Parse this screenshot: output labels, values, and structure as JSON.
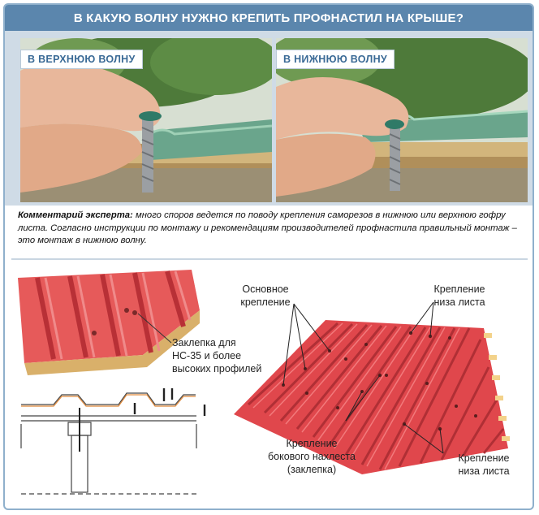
{
  "title": "В КАКУЮ ВОЛНУ НУЖНО КРЕПИТЬ ПРОФНАСТИЛ НА КРЫШЕ?",
  "photos": {
    "left_label": "В ВЕРХНЮЮ ВОЛНУ",
    "right_label": "В НИЖНЮЮ ВОЛНУ"
  },
  "comment": {
    "lead": "Комментарий эксперта:",
    "text": " много споров ведется по поводу крепления саморезов в нижнюю или верхнюю гофру листа. Согласно инструкции по монтажу и рекомендациям производителей профнастила правильный монтаж – это монтаж в нижнюю волну."
  },
  "diagram_labels": {
    "rivet_line1": "Заклепка для",
    "rivet_line2": "НС-35 и более",
    "rivet_line3": "высоких профилей",
    "main_line1": "Основное",
    "main_line2": "крепление",
    "bottom_top_line1": "Крепление",
    "bottom_top_line2": "низа листа",
    "side_line1": "Крепление",
    "side_line2": "бокового нахлеста",
    "side_line3": "(заклепка)",
    "bottom_bot_line1": "Крепление",
    "bottom_bot_line2": "низа листа"
  },
  "colors": {
    "title_bg": "#5b86ad",
    "sheet_red": "#e0474c",
    "sheet_green": "#6aa58c"
  }
}
